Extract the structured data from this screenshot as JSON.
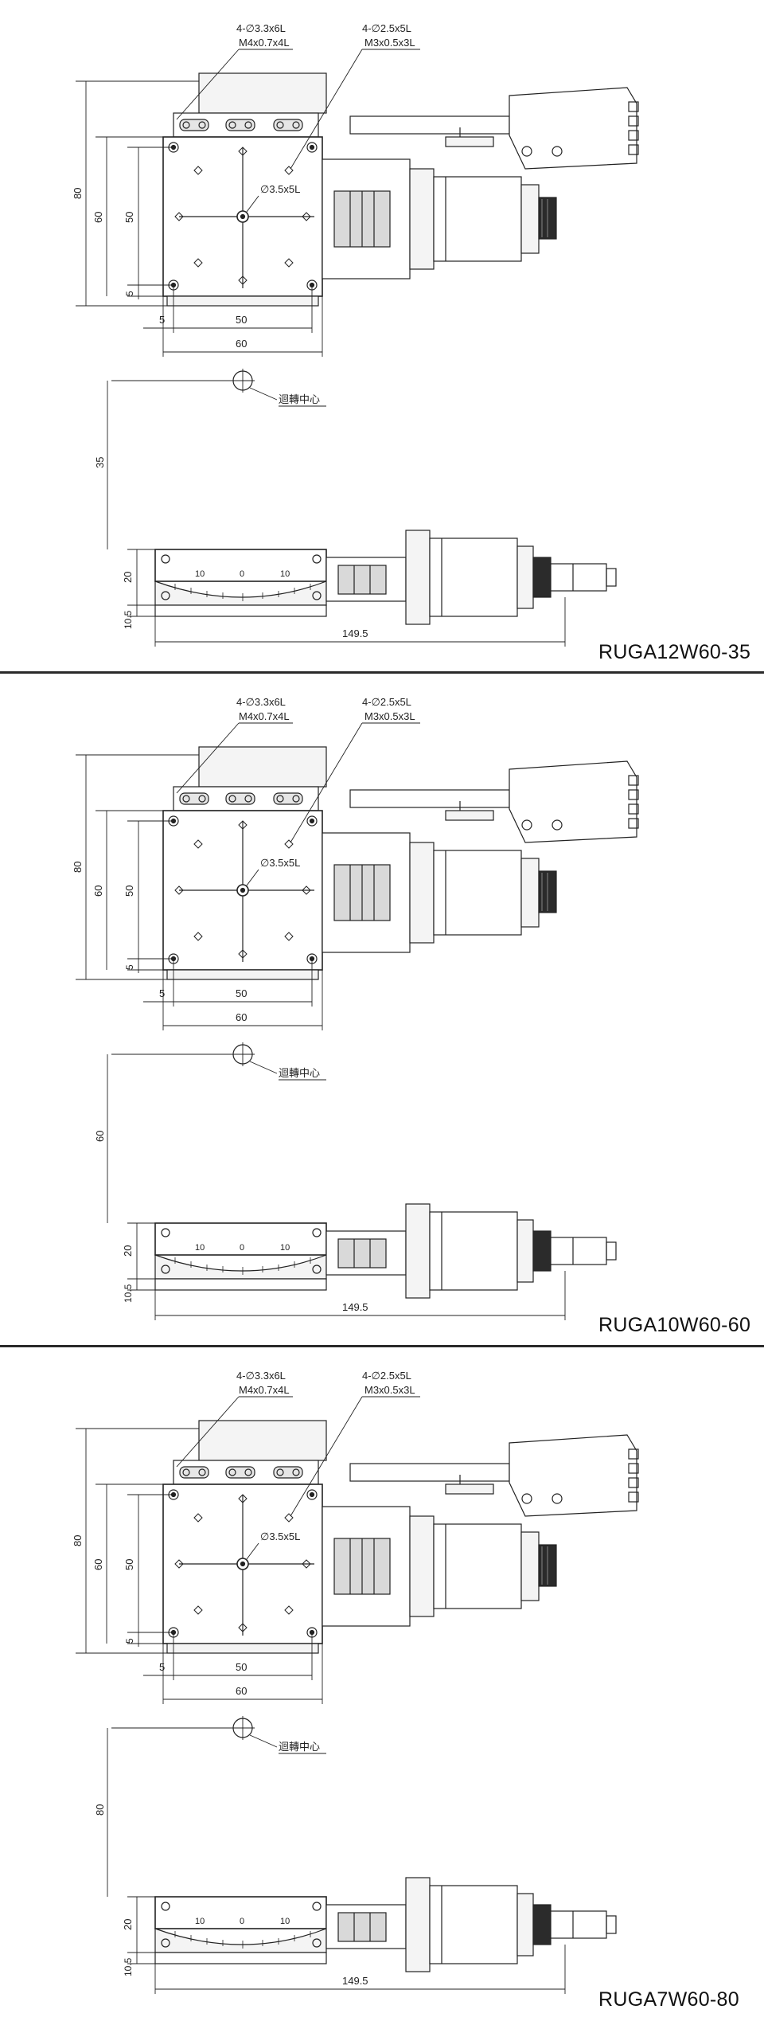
{
  "drawings": [
    {
      "model": "RUGA12W60-35",
      "callout_left": [
        "4-∅3.3x6L",
        "M4x0.7x4L"
      ],
      "callout_right": [
        "4-∅2.5x5L",
        "M3x0.5x3L"
      ],
      "center_hole": "∅3.5x5L",
      "dim_80": "80",
      "dim_60v": "60",
      "dim_50v": "50",
      "dim_5v": "5",
      "dim_5h": "5",
      "dim_50h": "50",
      "dim_60h": "60",
      "rotation_center_label": "迴轉中心",
      "rotation_height": "35",
      "dim_20": "20",
      "dim_10_5": "10.5",
      "dim_149_5": "149.5",
      "scale_ticks": [
        "10",
        "0",
        "10"
      ]
    },
    {
      "model": "RUGA10W60-60",
      "callout_left": [
        "4-∅3.3x6L",
        "M4x0.7x4L"
      ],
      "callout_right": [
        "4-∅2.5x5L",
        "M3x0.5x3L"
      ],
      "center_hole": "∅3.5x5L",
      "dim_80": "80",
      "dim_60v": "60",
      "dim_50v": "50",
      "dim_5v": "5",
      "dim_5h": "5",
      "dim_50h": "50",
      "dim_60h": "60",
      "rotation_center_label": "迴轉中心",
      "rotation_height": "60",
      "dim_20": "20",
      "dim_10_5": "10.5",
      "dim_149_5": "149.5",
      "scale_ticks": [
        "10",
        "0",
        "10"
      ]
    },
    {
      "model": "RUGA7W60-80",
      "callout_left": [
        "4-∅3.3x6L",
        "M4x0.7x4L"
      ],
      "callout_right": [
        "4-∅2.5x5L",
        "M3x0.5x3L"
      ],
      "center_hole": "∅3.5x5L",
      "dim_80": "80",
      "dim_60v": "60",
      "dim_50v": "50",
      "dim_5v": "5",
      "dim_5h": "5",
      "dim_50h": "50",
      "dim_60h": "60",
      "rotation_center_label": "迴轉中心",
      "rotation_height": "80",
      "dim_20": "20",
      "dim_10_5": "10.5",
      "dim_149_5": "149.5",
      "scale_ticks": [
        "10",
        "0",
        "10"
      ]
    }
  ],
  "colors": {
    "line": "#222222",
    "fill_light": "#f4f4f4",
    "fill_mid": "#d9d9d9",
    "fill_dark": "#2b2b2b"
  }
}
